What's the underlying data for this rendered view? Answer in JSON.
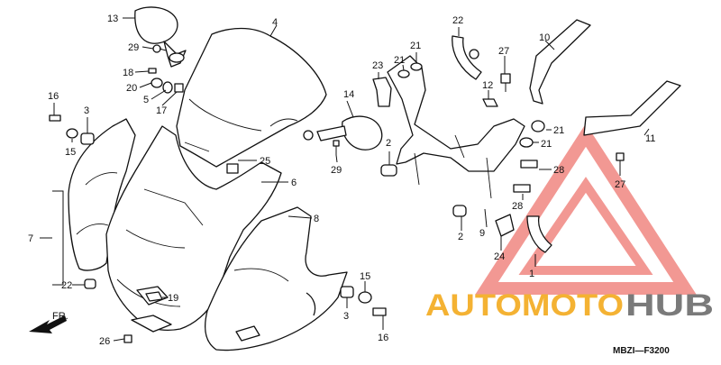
{
  "diagram": {
    "code": "MBZI—F3200",
    "direction_label": "FR.",
    "callouts": [
      "13",
      "29",
      "4",
      "22",
      "10",
      "21",
      "21",
      "27",
      "23",
      "18",
      "20",
      "5",
      "17",
      "14",
      "12",
      "16",
      "3",
      "15",
      "2",
      "21",
      "21",
      "11",
      "25",
      "29",
      "6",
      "28",
      "27",
      "28",
      "7",
      "8",
      "2",
      "9",
      "24",
      "1",
      "22",
      "15",
      "19",
      "3",
      "16",
      "26"
    ]
  },
  "watermark": {
    "part1": "AUTOMOTO",
    "part2": "HUB",
    "color_primary": "#f4b233",
    "color_secondary": "#7a7a7a",
    "logo_color": "#e8453c"
  }
}
